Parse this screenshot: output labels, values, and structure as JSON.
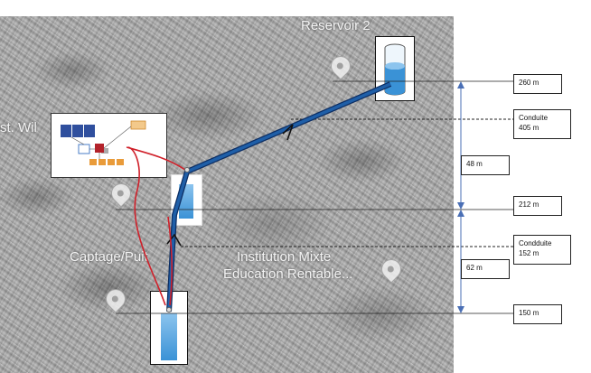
{
  "map": {
    "labels": {
      "reservoir": "Reservoir 2",
      "partial_left": "st. Wil",
      "captage": "Captage/Puit",
      "institution_line1": "Institution Mixte",
      "institution_line2": "Education Rentable..."
    }
  },
  "elevations": {
    "top": "260 m",
    "middle": "212 m",
    "bottom": "150 m"
  },
  "pipes": {
    "upper": {
      "line1": "Conduite",
      "line2": "405 m"
    },
    "lower": {
      "line1": "Condduite",
      "line2": "152 m"
    }
  },
  "height_diffs": {
    "upper": "48 m",
    "lower": "62 m"
  },
  "colors": {
    "pipe": "#1f5fa8",
    "cable": "#d0202a",
    "water": "#3a92d6",
    "dimension_line": "#4a6fb5"
  }
}
